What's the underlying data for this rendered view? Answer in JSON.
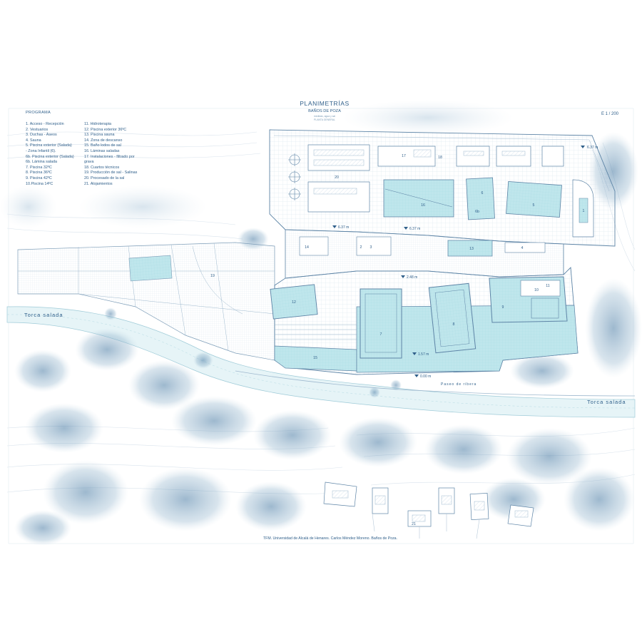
{
  "title": {
    "main": "PLANIMETRÍAS",
    "sub": "BAÑOS DE POZA",
    "line3": "medidas, agua y sal",
    "line4": "PLANTA GENERAL"
  },
  "scale": "E 1 / 200",
  "footer": "TFM. Universidad de Alcalá de Henares. Carlos Méndez Moreno. Baños de Poza.",
  "legend": {
    "header": "PROGRAMA",
    "col1": [
      "1. Acceso - Recepción",
      "2. Vestuarios",
      "3. Duchas - Aseos",
      "4. Sauna",
      "5. Piscina exterior (Salada)",
      "- Zona Infantil (6).",
      "6b. Piscina exterior (Salada)",
      "6b. Lámina salada",
      "7. Piscina 32ºC",
      "8. Piscina 36ºC",
      "9. Piscina 42ºC",
      "10.Piscina 14ºC"
    ],
    "col2": [
      "11. Hidroterapia",
      "12. Piscina exterior 36ºC",
      "13. Piscina sauna",
      "14. Zona de descanso",
      "15. Baño lodos de sal",
      "16. Láminas saladas",
      "17. Instalaciones - filtrado por",
      "grava",
      "18. Cuartos técnicos",
      "19. Producción de sal - Salinas",
      "20. Procesado de la sal",
      "21. Alojamientos"
    ]
  },
  "labels": {
    "river_left": "Torca salada",
    "river_right": "Torca salada",
    "path": "Paseo de ribera"
  },
  "levels": {
    "top_right": "6.37 m",
    "mid_left": "6.37 m",
    "mid_center": "6.37 m",
    "terrace": "2.48 m",
    "lower": "1.57 m",
    "bottom": "0.00 m"
  },
  "rooms": {
    "r1": "1",
    "r2": "2",
    "r3": "3",
    "r4": "4",
    "r5": "5",
    "r6": "6",
    "r6b": "6b",
    "r7": "7",
    "r8": "8",
    "r9": "9",
    "r10": "10",
    "r11": "11",
    "r12": "12",
    "r13": "13",
    "r14": "14",
    "r15": "15",
    "r16": "16",
    "r17": "17",
    "r18": "18",
    "r19": "19",
    "r20": "20",
    "r21": "21"
  },
  "colors": {
    "ink": "#2f5f8a",
    "water": "#bfe6ec",
    "water_dark": "#9fd6e0",
    "grid": "#d5e1ea",
    "tree": "#6f98b7"
  }
}
